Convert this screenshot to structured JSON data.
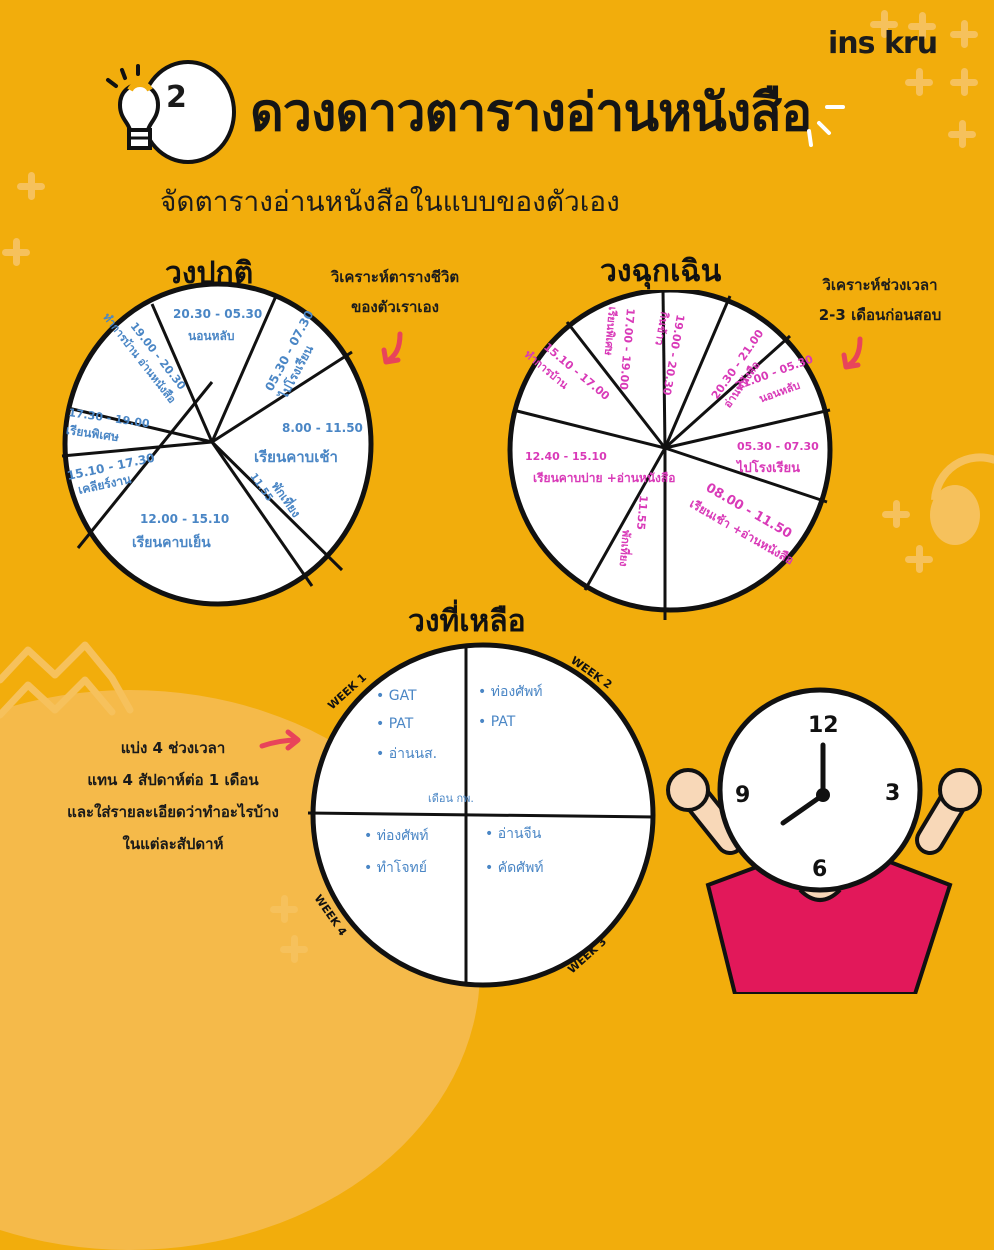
{
  "brand": "ins kru",
  "header": {
    "number": "2",
    "title": "ดวงดาวตารางอ่านหนังสือ",
    "subtitle": "จัดตารางอ่านหนังสือในแบบของตัวเอง"
  },
  "normal_wheel": {
    "title": "วงปกติ",
    "note_line1": "วิเคราะห์ตารางชีวิต",
    "note_line2": "ของตัวเราเอง",
    "text_color": "#4a86c5",
    "slices": [
      {
        "time": "20.30 - 05.30",
        "activity": "นอนหลับ"
      },
      {
        "time": "05.30 - 07.30",
        "activity": "ไปโรงเรียน"
      },
      {
        "time": "8.00 - 11.50",
        "activity": "เรียนคาบเช้า"
      },
      {
        "time": "11.55",
        "activity": "พักเที่ยง"
      },
      {
        "time": "12.00 - 15.10",
        "activity": "เรียนคาบเย็น"
      },
      {
        "time": "15.10 - 17.30",
        "activity": "เคลียร์งาน"
      },
      {
        "time": "17.30 - 19.00",
        "activity": "เรียนพิเศษ"
      },
      {
        "time": "19.00 - 20.30",
        "activity": "ทำการบ้าน อ่านหนังสือ"
      }
    ]
  },
  "emergency_wheel": {
    "title": "วงฉุกเฉิน",
    "note_line1": "วิเคราะห์ช่วงเวลา",
    "note_line2": "2-3 เดือนก่อนสอบ",
    "text_color": "#d93ab8",
    "slices": [
      {
        "time": "19.00 - 20.30",
        "activity": "กินข้าว"
      },
      {
        "time": "20.30 - 21.00",
        "activity": "อ่านหนังสือ"
      },
      {
        "time": "21.00 - 05.30",
        "activity": "นอนหลับ"
      },
      {
        "time": "05.30 - 07.30",
        "activity": "ไปโรงเรียน"
      },
      {
        "time": "08.00 - 11.50",
        "activity": "เรียนเช้า +อ่านหนังสือ"
      },
      {
        "time": "11.55",
        "activity": "พักเที่ยง"
      },
      {
        "time": "12.40 - 15.10",
        "activity": "เรียนคาบบ่าย +อ่านหนังสือ"
      },
      {
        "time": "15.10 - 17.00",
        "activity": "ทำการบ้าน"
      },
      {
        "time": "17.00 - 19.00",
        "activity": "เรียนพิเศษ"
      }
    ]
  },
  "remaining_wheel": {
    "title": "วงที่เหลือ",
    "month_label": "เดือน กพ.",
    "text_color": "#4a86c5",
    "weeks": [
      {
        "label": "WEEK 1",
        "items": [
          "GAT",
          "PAT",
          "อ่านนส."
        ]
      },
      {
        "label": "WEEK 2",
        "items": [
          "ท่องศัพท์",
          "PAT"
        ]
      },
      {
        "label": "WEEK 3",
        "items": [
          "อ่านจีน",
          "คัดศัพท์"
        ]
      },
      {
        "label": "WEEK 4",
        "items": [
          "ท่องศัพท์",
          "ทำโจทย์"
        ]
      }
    ],
    "note_lines": [
      "แบ่ง 4 ช่วงเวลา",
      "แทน 4 สัปดาห์ต่อ 1 เดือน",
      "และใส่รายละเอียดว่าทำอะไรบ้าง",
      "ในแต่ละสัปดาห์"
    ]
  },
  "clock": {
    "n12": "12",
    "n3": "3",
    "n6": "6",
    "n9": "9"
  },
  "colors": {
    "background": "#f2ad0c",
    "arrow": "#e8445a",
    "shirt": "#e2185a",
    "skin": "#f8d8b8"
  }
}
